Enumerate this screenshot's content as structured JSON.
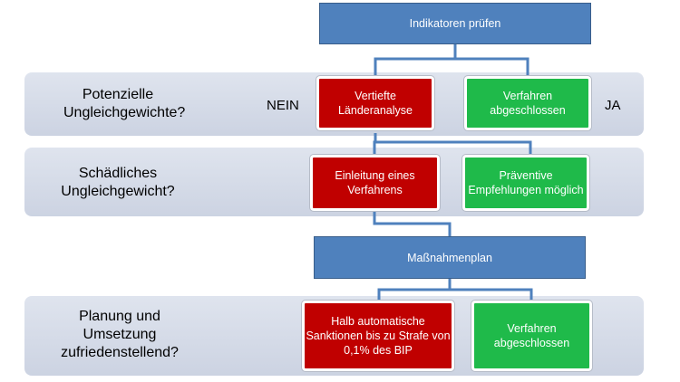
{
  "rows": [
    {
      "question": "Potenzielle Ungleichgewichte?"
    },
    {
      "question": "Schädliches Ungleichgewicht?"
    },
    {
      "question": "Planung und Umsetzung zufriedenstellend?"
    }
  ],
  "nodes": {
    "start": "Indikatoren prüfen",
    "row1_red": "Vertiefte Länderanalyse",
    "row1_green": "Verfahren abgeschlossen",
    "row2_red": "Einleitung eines Verfahrens",
    "row2_green": "Präventive Empfehlungen möglich",
    "plan": "Maßnahmenplan",
    "row3_red": "Halb automatische Sanktionen bis zu Strafe von 0,1% des BIP",
    "row3_green": "Verfahren abgeschlossen"
  },
  "labels": {
    "no": "NEIN",
    "yes": "JA"
  },
  "colors": {
    "blue": "#4f81bd",
    "red": "#c00000",
    "green": "#1fba4a",
    "band": "#d3d9e6"
  }
}
